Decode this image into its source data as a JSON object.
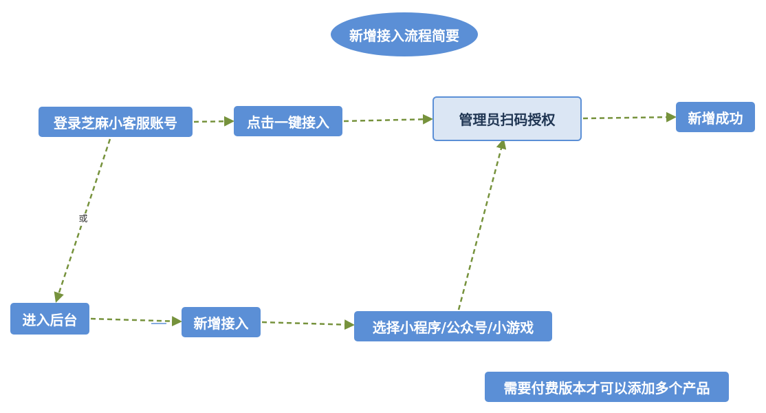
{
  "title": "新增接入流程简要",
  "nodes": {
    "login": "登录芝麻小客服账号",
    "one_click": "点击一键接入",
    "admin_scan": "管理员扫码授权",
    "success": "新增成功",
    "backend": "进入后台",
    "new_access": "新增接入",
    "select_type": "选择小程序/公众号/小游戏"
  },
  "edge_label_or": "或",
  "note": "需要付费版本才可以添加多个产品",
  "colors": {
    "node_fill": "#5b8fd6",
    "admin_fill": "#dbe6f4",
    "arrow": "#76923c"
  }
}
